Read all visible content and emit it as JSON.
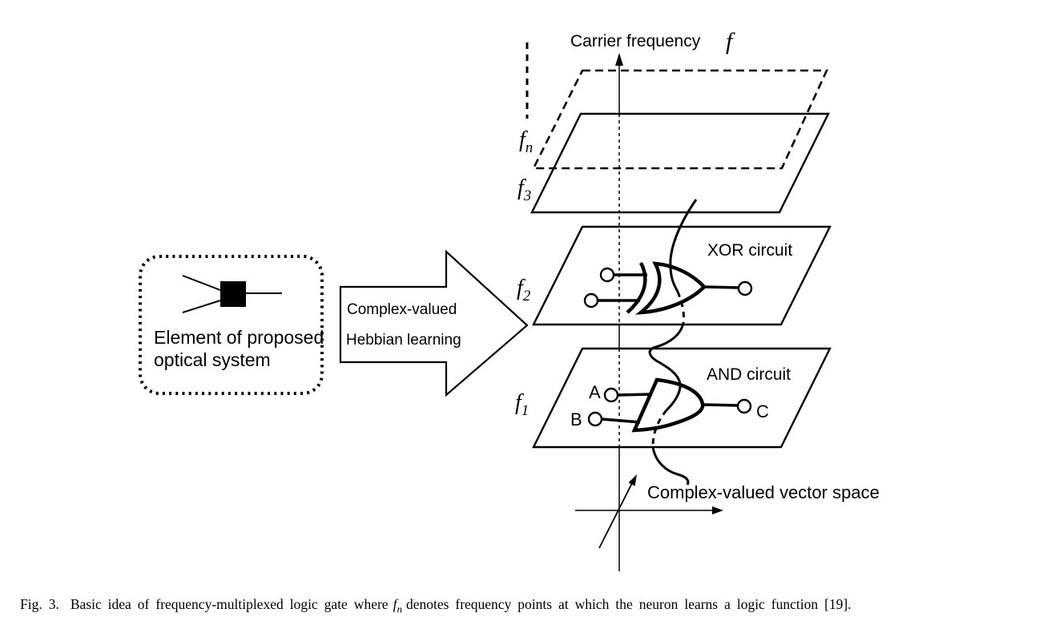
{
  "colors": {
    "ink": "#000000",
    "paper": "#ffffff"
  },
  "diagram": {
    "carrier_axis": {
      "label": "Carrier frequency",
      "symbol": "f"
    },
    "plane_labels": {
      "fn_base": "f",
      "fn_sub": "n",
      "f3_base": "f",
      "f3_sub": "3",
      "f2_base": "f",
      "f2_sub": "2",
      "f1_base": "f",
      "f1_sub": "1"
    },
    "xor": {
      "title": "XOR circuit"
    },
    "and": {
      "title": "AND circuit",
      "input_a": "A",
      "input_b": "B",
      "output_c": "C"
    },
    "element_box": {
      "line1": "Element of proposed",
      "line2": "optical system"
    },
    "hebbian_arrow": {
      "line1": "Complex-valued",
      "line2": "Hebbian learning"
    },
    "vector_space": {
      "label": "Complex-valued vector space"
    }
  },
  "caption": {
    "tag": "Fig. 3.",
    "text_before": "Basic idea of frequency-multiplexed logic gate where",
    "fn_base": "f",
    "fn_sub": "n",
    "text_after": "denotes frequency points at which the neuron learns a logic function [19]."
  }
}
